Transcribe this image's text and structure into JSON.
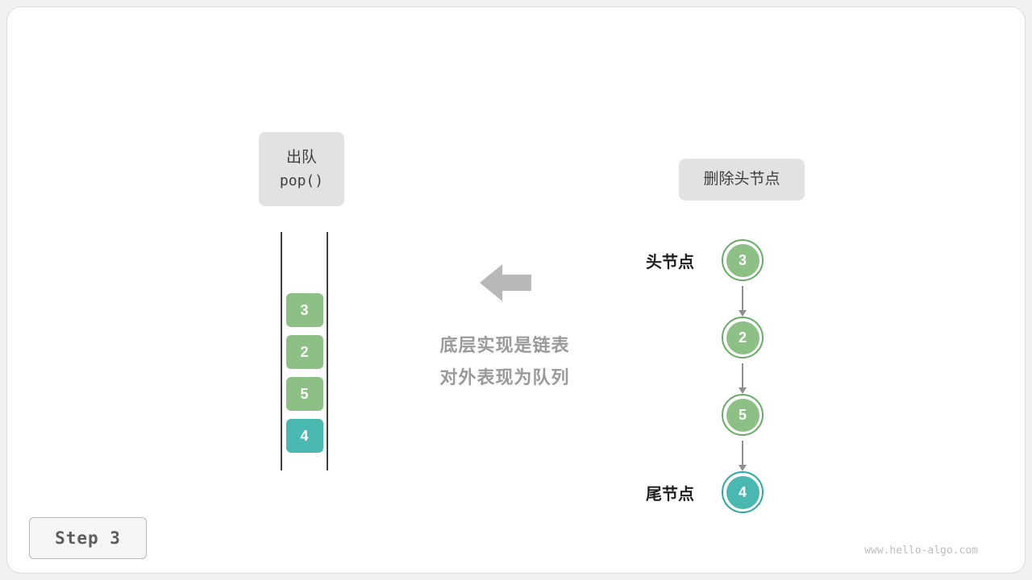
{
  "dequeue": {
    "label_cn": "出队",
    "label_code": "pop()"
  },
  "queue": {
    "items": [
      {
        "value": "3",
        "color": "green"
      },
      {
        "value": "2",
        "color": "green"
      },
      {
        "value": "5",
        "color": "green"
      },
      {
        "value": "4",
        "color": "teal"
      }
    ]
  },
  "caption": {
    "line1": "底层实现是链表",
    "line2": "对外表现为队列"
  },
  "linked_list": {
    "operation": "删除头节点",
    "head_label": "头节点",
    "tail_label": "尾节点",
    "nodes": [
      {
        "value": "3",
        "color": "green"
      },
      {
        "value": "2",
        "color": "green"
      },
      {
        "value": "5",
        "color": "green"
      },
      {
        "value": "4",
        "color": "teal"
      }
    ]
  },
  "step": {
    "label": "Step 3"
  },
  "watermark": "www.hello-algo.com",
  "colors": {
    "green": "#8CC084",
    "teal": "#48B8B0",
    "green_ring": "#67AC67",
    "teal_ring": "#2BA9A2",
    "label_bg": "#E2E2E2",
    "arrow_gray": "#B8B8B8",
    "caption_gray": "#9A9A9A"
  }
}
